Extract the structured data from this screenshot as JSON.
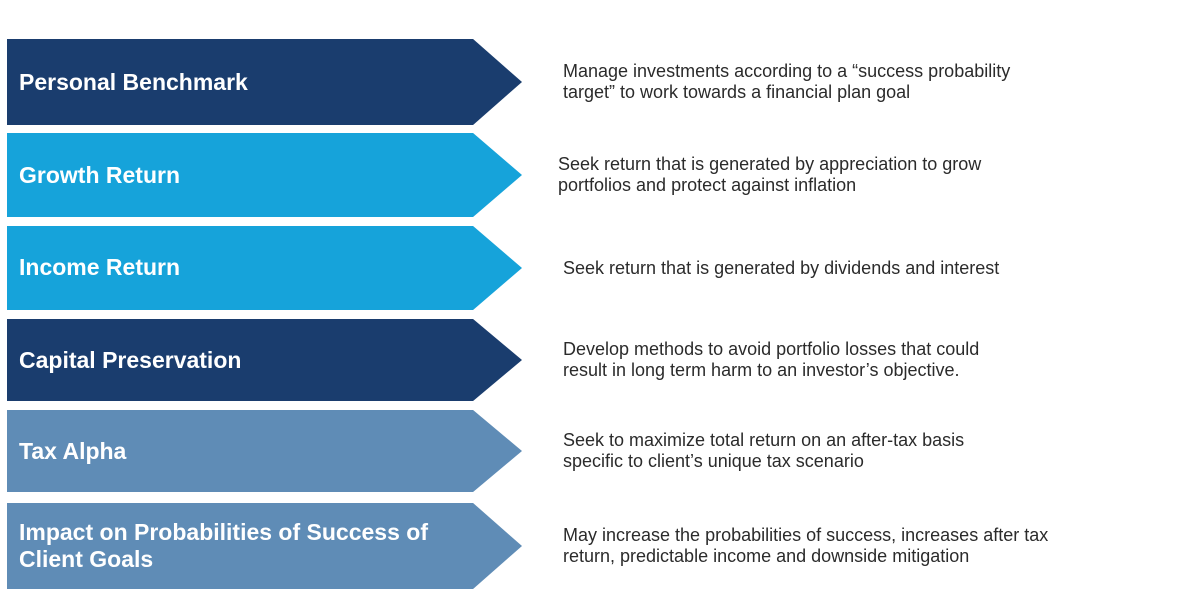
{
  "colors": {
    "dark_navy": "#1a3d6e",
    "bright_blue": "#16a3da",
    "steel_blue": "#5f8cb6",
    "text": "#2b2b2b"
  },
  "items": [
    {
      "label": "Personal Benchmark",
      "description": "Manage investments according to a “success probability\ntarget” to work towards a financial plan goal",
      "color": "dark_navy"
    },
    {
      "label": "Growth Return",
      "description": "Seek return that is generated by appreciation to grow\nportfolios and protect against inflation",
      "color": "bright_blue"
    },
    {
      "label": "Income Return",
      "description": "Seek return that is generated by dividends and interest",
      "color": "bright_blue"
    },
    {
      "label": "Capital Preservation",
      "description": "Develop methods to avoid portfolio losses that could\nresult in long term harm to an investor’s objective.",
      "color": "dark_navy"
    },
    {
      "label": "Tax Alpha",
      "description": "Seek to maximize total return on an after-tax basis\nspecific to client’s unique tax scenario",
      "color": "steel_blue"
    },
    {
      "label": "Impact on Probabilities of Success of Client Goals",
      "description": "May increase the probabilities of success, increases after tax\nreturn, predictable income and downside mitigation",
      "color": "steel_blue"
    }
  ]
}
